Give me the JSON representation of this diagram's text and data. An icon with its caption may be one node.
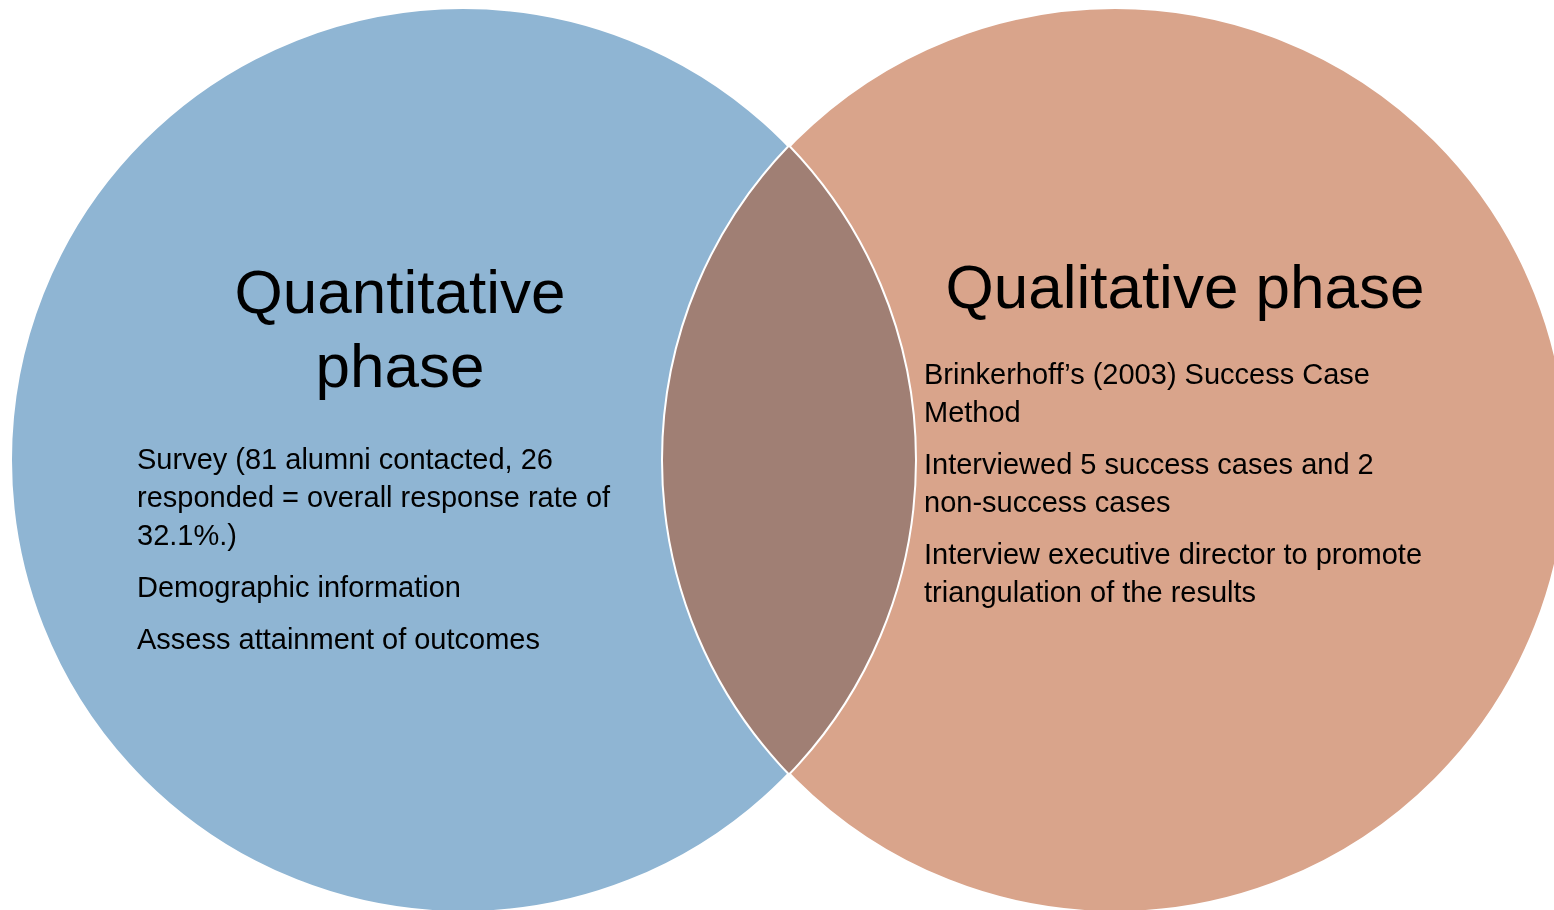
{
  "diagram": {
    "nodes": [
      {
        "text": [
          "Quantitative phase",
          "Survey (81 alumni contacted, 26 responded = overall response rate of 32.1%.)",
          "Demographic information",
          "Assess attainment of outcomes"
        ]
      },
      {
        "text": [
          "Qualitative phase",
          "Brinkerhoff’s (2003) Success Case Method",
          "Interviewed 5 success cases and 2 non-success cases",
          "Interview executive director to promote triangulation of the results"
        ]
      }
    ],
    "edges": []
  }
}
